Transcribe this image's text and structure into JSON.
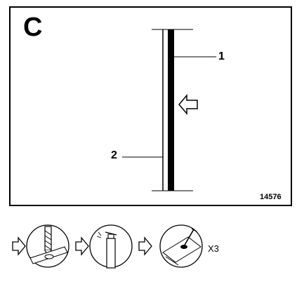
{
  "panel": {
    "letter": "C",
    "figure_ref": "14576",
    "callouts": {
      "one": "1",
      "two": "2"
    }
  },
  "process": {
    "steps": [
      {
        "icon": "drill-bit-icon"
      },
      {
        "icon": "spray-can-icon"
      },
      {
        "icon": "bolt-fastening-icon"
      }
    ],
    "repeat": "X3"
  }
}
